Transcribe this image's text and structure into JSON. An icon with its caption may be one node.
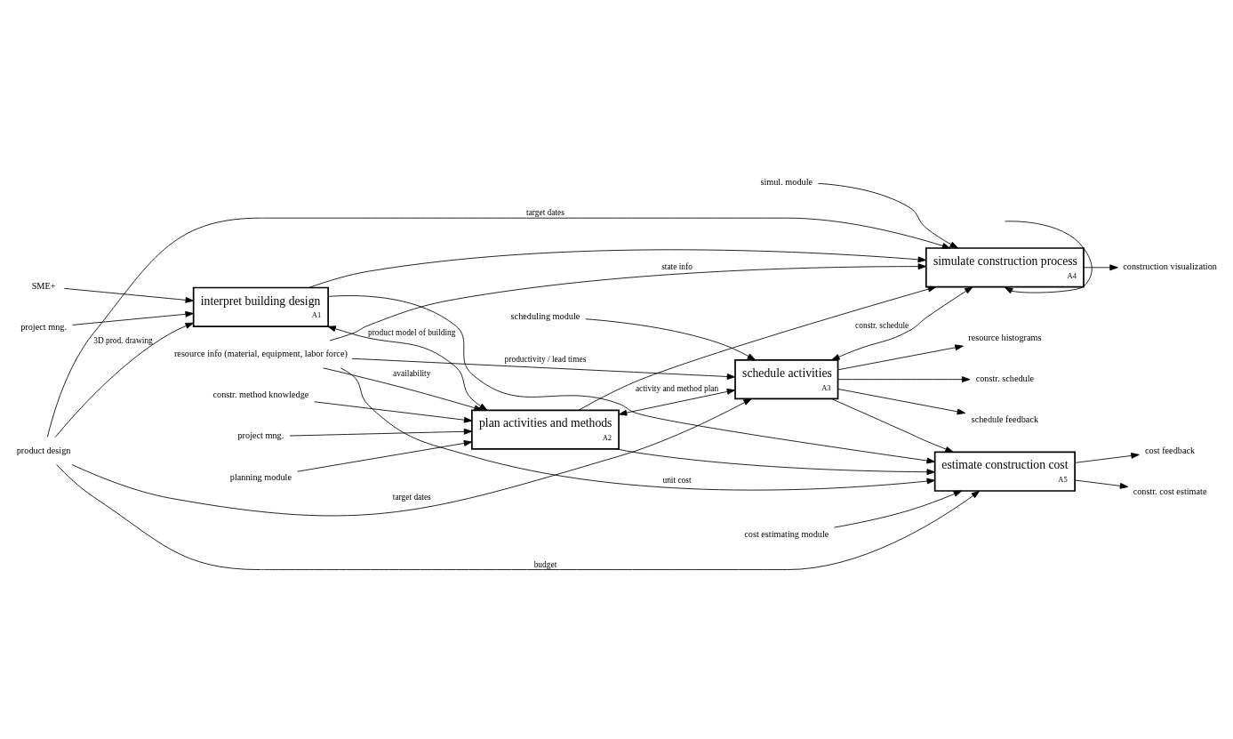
{
  "diagram": {
    "nodes": [
      {
        "text": [
          "interpret building design",
          "A1"
        ]
      },
      {
        "text": [
          "plan activities and methods",
          "A2"
        ]
      },
      {
        "text": [
          "schedule activities",
          "A3"
        ]
      },
      {
        "text": [
          "simulate construction process",
          "A4"
        ]
      },
      {
        "text": [
          "estimate construction cost",
          "A5"
        ]
      },
      {
        "text": [
          "product design"
        ]
      },
      {
        "text": [
          "resource info (material, equipment, labor force)"
        ]
      },
      {
        "text": [
          "project mng."
        ]
      },
      {
        "text": [
          "SME+"
        ]
      },
      {
        "text": [
          "constr. method knowledge"
        ]
      },
      {
        "text": [
          "project mng."
        ]
      },
      {
        "text": [
          "planning module"
        ]
      },
      {
        "text": [
          "scheduling module"
        ]
      },
      {
        "text": [
          "simul. module"
        ]
      },
      {
        "text": [
          "cost estimating module"
        ]
      },
      {
        "text": [
          "schedule feedback"
        ]
      },
      {
        "text": [
          "resource histograms"
        ]
      },
      {
        "text": [
          "constr. schedule"
        ]
      },
      {
        "text": [
          "construction visualization"
        ]
      },
      {
        "text": [
          "constr. cost estimate"
        ]
      },
      {
        "text": [
          "cost feedback"
        ]
      }
    ],
    "edges": [
      {
        "from": 5,
        "to": 0,
        "arrow": "to",
        "label": "3D prod. drawing"
      },
      {
        "from": 5,
        "to": 2,
        "arrow": "to",
        "label": "target dates"
      },
      {
        "from": 5,
        "to": 3,
        "arrow": "to",
        "label": "target dates"
      },
      {
        "from": 5,
        "to": 4,
        "arrow": "to",
        "label": "budget"
      },
      {
        "from": 7,
        "to": 0,
        "arrow": "to"
      },
      {
        "from": 8,
        "to": 0,
        "arrow": "to"
      },
      {
        "from": 0,
        "to": 1,
        "arrow": "both",
        "label": "product model of building"
      },
      {
        "from": 0,
        "to": 3,
        "arrow": "to"
      },
      {
        "from": 0,
        "to": 4,
        "arrow": "to"
      },
      {
        "from": 9,
        "to": 1,
        "arrow": "to"
      },
      {
        "from": 10,
        "to": 1,
        "arrow": "to"
      },
      {
        "from": 11,
        "to": 1,
        "arrow": "to"
      },
      {
        "from": 6,
        "to": 1,
        "arrow": "to",
        "label": "availability"
      },
      {
        "from": 6,
        "to": 2,
        "arrow": "to",
        "label": "productivity / lead times"
      },
      {
        "from": 6,
        "to": 3,
        "arrow": "to",
        "label": "state info"
      },
      {
        "from": 6,
        "to": 4,
        "arrow": "to",
        "label": "unit cost"
      },
      {
        "from": 1,
        "to": 2,
        "arrow": "both",
        "label": "activity and method plan"
      },
      {
        "from": 1,
        "to": 3,
        "arrow": "to"
      },
      {
        "from": 1,
        "to": 4,
        "arrow": "to"
      },
      {
        "from": 12,
        "to": 2,
        "arrow": "to"
      },
      {
        "from": 2,
        "to": 15,
        "arrow": "to"
      },
      {
        "from": 2,
        "to": 16,
        "arrow": "to"
      },
      {
        "from": 2,
        "to": 17,
        "arrow": "to"
      },
      {
        "from": 2,
        "to": 3,
        "arrow": "both",
        "label": "constr. schedule"
      },
      {
        "from": 2,
        "to": 4,
        "arrow": "to"
      },
      {
        "from": 13,
        "to": 3,
        "arrow": "to"
      },
      {
        "from": null,
        "to": 3,
        "arrow": "to"
      },
      {
        "from": 3,
        "to": 18,
        "arrow": "to"
      },
      {
        "from": 14,
        "to": 4,
        "arrow": "to"
      },
      {
        "from": 4,
        "to": 19,
        "arrow": "to"
      },
      {
        "from": 4,
        "to": 20,
        "arrow": "to"
      }
    ]
  }
}
